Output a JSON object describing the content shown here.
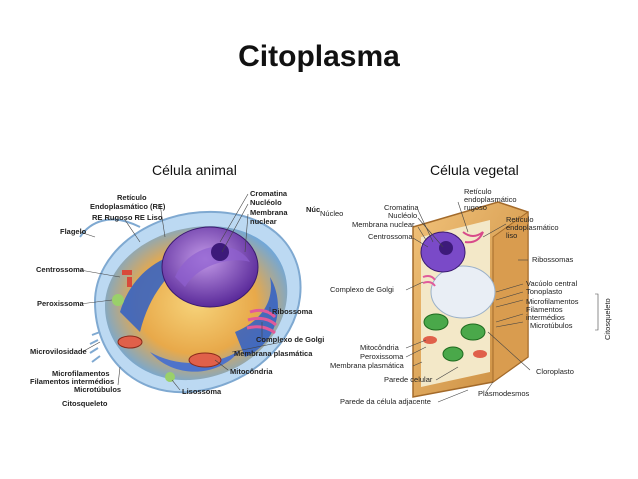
{
  "title": "Citoplasma",
  "animal": {
    "heading": "Célula animal",
    "labels": {
      "reticulo": "Retículo",
      "endoplasmatico": "Endoplasmático (RE)",
      "re_rugoso_liso": "RE Rugoso RE Liso",
      "flagelo": "Flagelo",
      "centrossoma": "Centrossoma",
      "peroxissoma": "Peroxissoma",
      "microvilosidade": "Microvilosidade",
      "microfilamentos": "Microfilamentos",
      "filamentos_intermedios": "Filamentos intermédios",
      "microtubulos": "Microtúbulos",
      "citosqueleto": "Citosqueleto",
      "cromatina": "Cromatina",
      "nucleolo": "Nucléolo",
      "membrana_nuclear_1": "Membrana",
      "membrana_nuclear_2": "nuclear",
      "nucleo_partial": "Núc",
      "ribossoma": "Ribossoma",
      "complexo_golgi": "Complexo de Golgi",
      "membrana_plasmatica": "Membrana plasmática",
      "mitocondria": "Mitocôndria",
      "lisossoma": "Lisossoma"
    }
  },
  "vegetal": {
    "heading": "Célula vegetal",
    "labels": {
      "nucleo": "Núcleo",
      "cromatina": "Cromatina",
      "nucleolo": "Nucléolo",
      "membrana_nuclear": "Membrana nuclear",
      "centrossoma": "Centrossoma",
      "reticulo_rugoso_1": "Retículo",
      "reticulo_rugoso_2": "endoplasmático",
      "reticulo_rugoso_3": "rugoso",
      "reticulo_liso_1": "Retículo",
      "reticulo_liso_2": "endoplasmático",
      "reticulo_liso_3": "liso",
      "ribossomas": "Ribossomas",
      "vacuolo_central": "Vacúolo central",
      "tonoplasto": "Tonoplasto",
      "microfilamentos": "Microfilamentos",
      "filamentos_1": "Filamentos",
      "filamentos_2": "intermédios",
      "microtubulos": "Microtúbulos",
      "citosqueleto": "Citosqueleto",
      "complexo_golgi": "Complexo de Golgi",
      "mitocondria": "Mitocôndria",
      "peroxissoma": "Peroxissoma",
      "membrana_plasmatica": "Membrana plasmática",
      "parede_celular": "Parede celular",
      "cloroplasto": "Cloroplasto",
      "plasmodesmos": "Plasmodesmos",
      "parede_adjacente": "Parede da célula adjacente"
    }
  }
}
